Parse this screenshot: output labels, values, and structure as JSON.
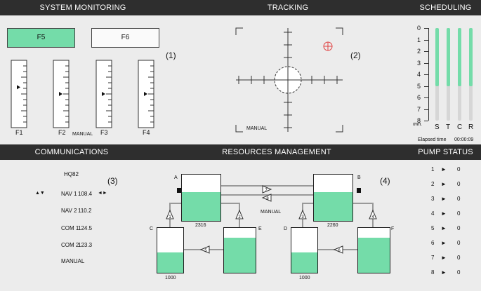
{
  "headers": {
    "system_monitoring": "SYSTEM MONITORING",
    "tracking": "TRACKING",
    "scheduling": "SCHEDULING",
    "communications": "COMMUNICATIONS",
    "resources_management": "RESOURCES MANAGEMENT",
    "pump_status": "PUMP STATUS"
  },
  "system_monitoring": {
    "buttons": [
      {
        "label": "F5",
        "active": true
      },
      {
        "label": "F6",
        "active": false
      }
    ],
    "marker": "(1)",
    "mode": "MANUAL",
    "scales": [
      {
        "label": "F1",
        "level": 0.4
      },
      {
        "label": "F2",
        "level": 0.5
      },
      {
        "label": "F3",
        "level": 0.5
      },
      {
        "label": "F4",
        "level": 0.5
      }
    ]
  },
  "tracking": {
    "marker": "(2)",
    "mode": "MANUAL"
  },
  "scheduling": {
    "ticks": [
      "0",
      "1",
      "2",
      "3",
      "4",
      "5",
      "6",
      "7",
      "8"
    ],
    "unit": "min.",
    "bars": [
      {
        "label": "S",
        "filled_to_min": 5
      },
      {
        "label": "T",
        "filled_to_min": 5
      },
      {
        "label": "C",
        "filled_to_min": 5
      },
      {
        "label": "R",
        "filled_to_min": 5
      }
    ],
    "elapsed_label": "Elapsed time",
    "elapsed_value": "00:00:09"
  },
  "communications": {
    "marker": "(3)",
    "callsign": "HQ82",
    "radios": [
      {
        "name": "NAV 1",
        "value": "108.4",
        "selected": true
      },
      {
        "name": "NAV 2",
        "value": "110.2",
        "selected": false
      },
      {
        "name": "COM 1",
        "value": "124.5",
        "selected": false
      },
      {
        "name": "COM 2",
        "value": "123.3",
        "selected": false
      }
    ],
    "mode": "MANUAL"
  },
  "resources": {
    "marker": "(4)",
    "mode": "MANUAL",
    "tanks": [
      {
        "id": "A",
        "value": "2316",
        "level": 0.62
      },
      {
        "id": "B",
        "value": "2260",
        "level": 0.62
      },
      {
        "id": "C",
        "value": "1000",
        "level": 0.46
      },
      {
        "id": "D",
        "value": "1000",
        "level": 0.46
      },
      {
        "id": "E",
        "level": 0.78
      },
      {
        "id": "F",
        "level": 0.78
      }
    ],
    "pumps": [
      "1",
      "2",
      "3",
      "4",
      "5",
      "6",
      "7",
      "8"
    ]
  },
  "pump_status": {
    "rows": [
      {
        "id": "1",
        "value": "0"
      },
      {
        "id": "2",
        "value": "0"
      },
      {
        "id": "3",
        "value": "0"
      },
      {
        "id": "4",
        "value": "0"
      },
      {
        "id": "5",
        "value": "0"
      },
      {
        "id": "6",
        "value": "0"
      },
      {
        "id": "7",
        "value": "0"
      },
      {
        "id": "8",
        "value": "0"
      }
    ]
  },
  "colors": {
    "accent": "#74dca9",
    "header_bg": "#2e2e2e",
    "panel_bg": "#ececec"
  }
}
